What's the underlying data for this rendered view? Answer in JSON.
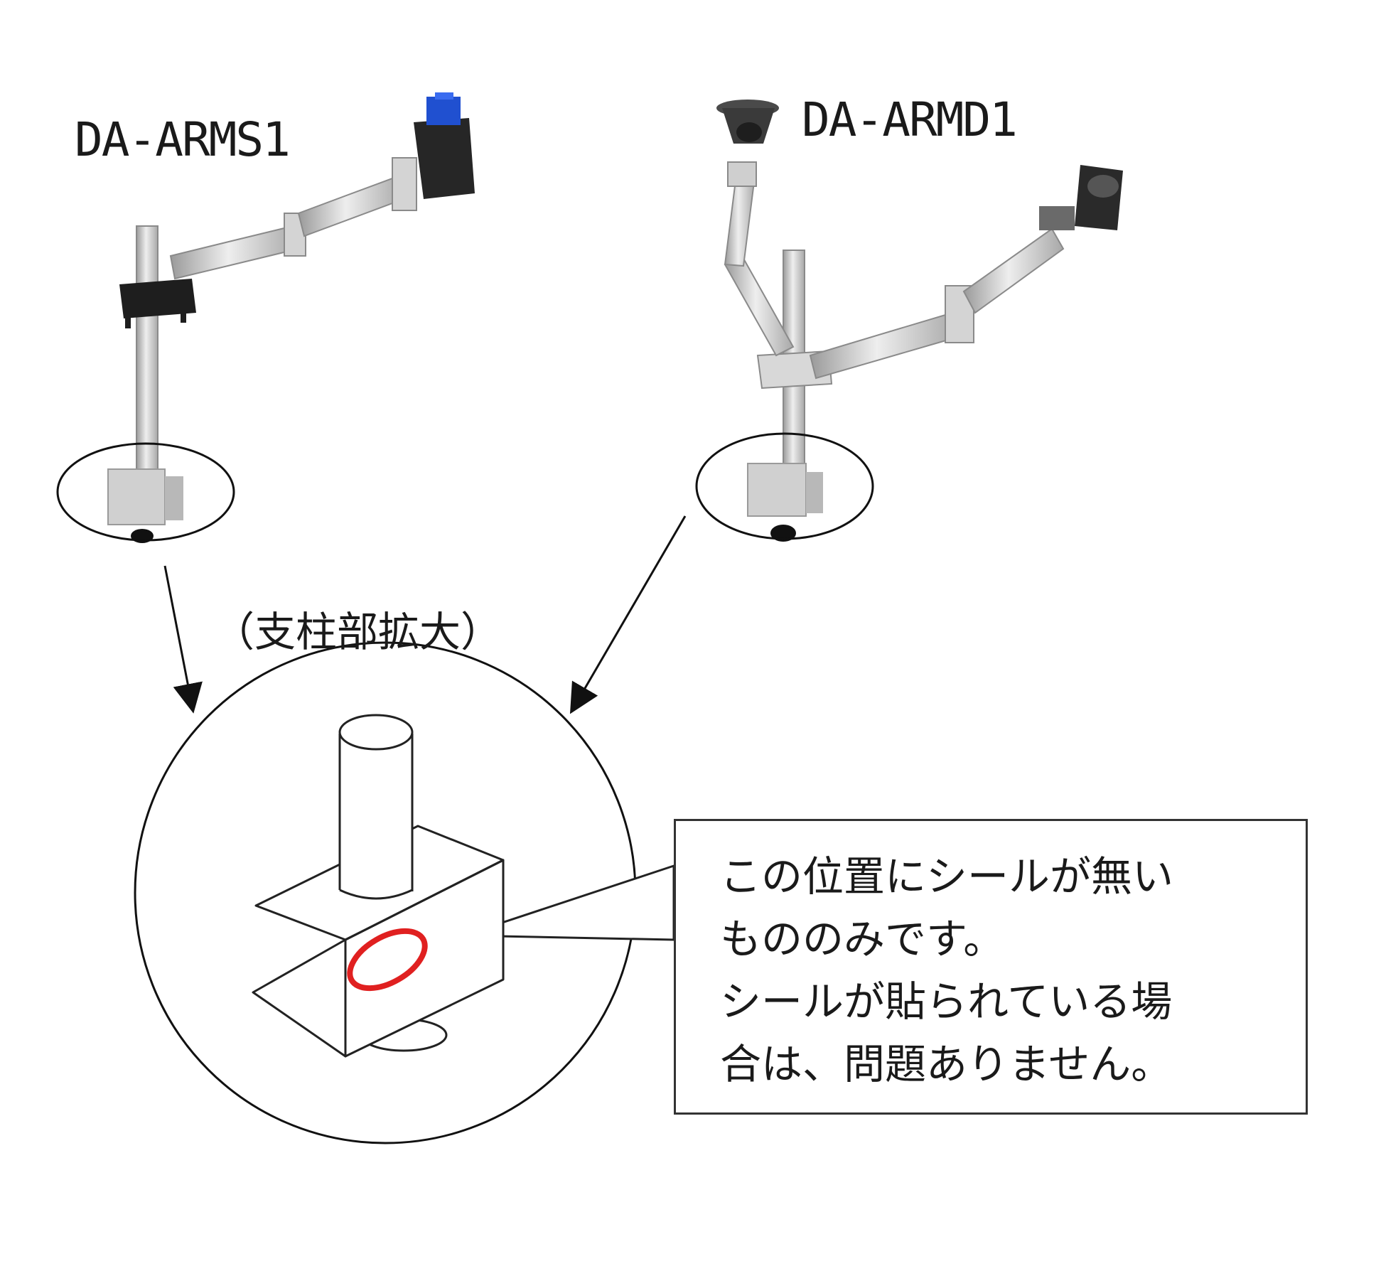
{
  "products": {
    "left": {
      "model": "DA-ARMS1"
    },
    "right": {
      "model": "DA-ARMD1"
    }
  },
  "zoom_label": "（支柱部拡大）",
  "callout": {
    "lines": [
      "この位置にシールが無い",
      "もののみです。",
      "シールが貼られている場",
      "合は、問題ありません。"
    ]
  },
  "colors": {
    "highlight_ring": "#e02020",
    "arm_silver": "#c8c8c8",
    "clamp_black": "#1e1e1e",
    "knob_blue": "#2050d0"
  }
}
